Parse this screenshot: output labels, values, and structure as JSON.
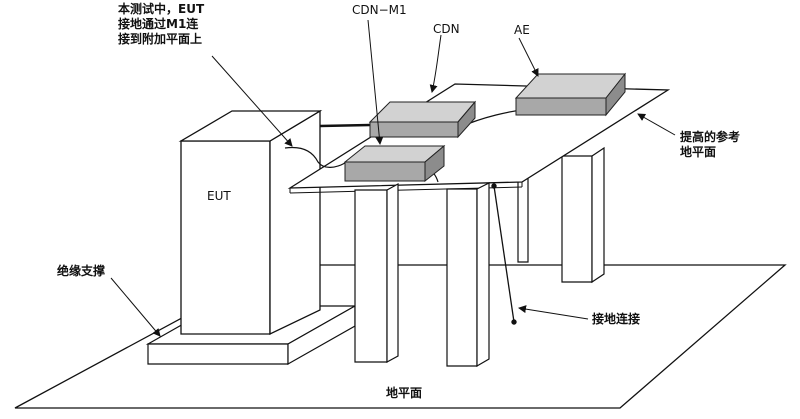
{
  "labels": {
    "eut_note": "本测试中，EUT\n接地通过M1连\n接到附加平面上",
    "cdn_m1": "CDN−M1",
    "cdn": "CDN",
    "ae": "AE",
    "raised_plane": "提高的参考\n地平面",
    "eut": "EUT",
    "insulating_support": "绝缘支撑",
    "ground_connection": "接地连接",
    "ground_plane": "地平面"
  }
}
